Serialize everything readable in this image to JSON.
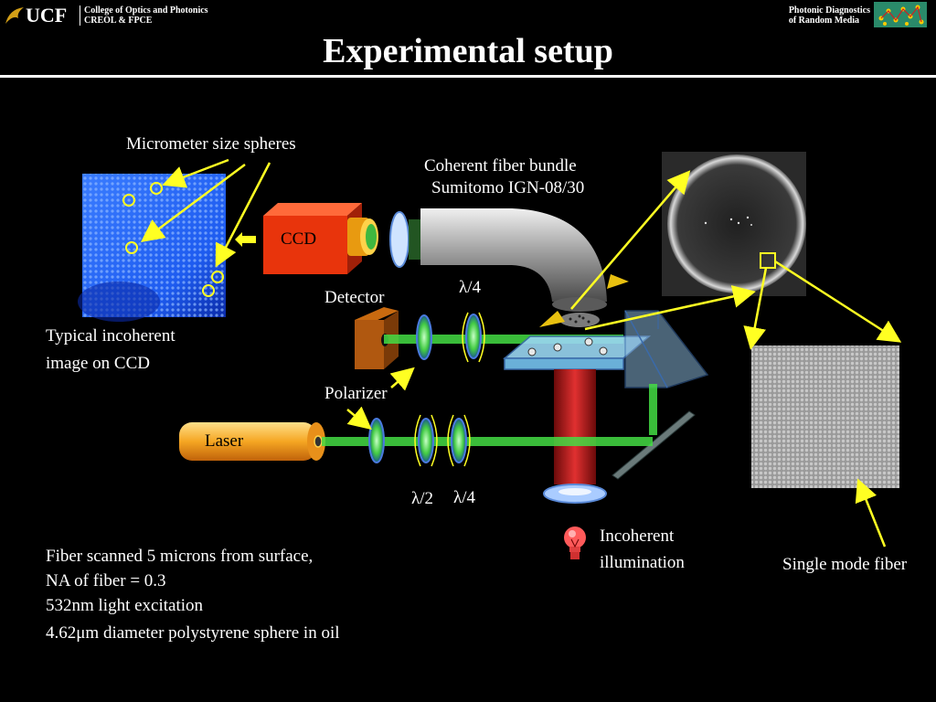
{
  "header": {
    "logo_text": "UCF",
    "college_line1": "College of Optics and Photonics",
    "college_line2": "CREOL & FPCE",
    "group_line1": "Photonic  Diagnostics",
    "group_line2": "of Random Media"
  },
  "title": "Experimental setup",
  "labels": {
    "spheres": "Micrometer size spheres",
    "fiber_bundle_line1": "Coherent fiber bundle",
    "fiber_bundle_line2": "Sumitomo IGN-08/30",
    "ccd": "CCD",
    "detector": "Detector",
    "lambda4_top": "λ/4",
    "polarizer": "Polarizer",
    "laser": "Laser",
    "lambda2": "λ/2",
    "lambda4_bottom": "λ/4",
    "incoherent_image_line1": "Typical incoherent",
    "incoherent_image_line2": "image on CCD",
    "incoherent_illum_line1": "Incoherent",
    "incoherent_illum_line2": "illumination",
    "single_mode_fiber": "Single mode fiber"
  },
  "notes": [
    "Fiber scanned 5 microns from surface,",
    "NA of fiber = 0.3",
    "532nm light excitation",
    "4.62μm diameter polystyrene sphere in oil"
  ],
  "colors": {
    "arrow": "#ffff22",
    "beam_green": "#44dd44",
    "beam_red": "#cc2222",
    "ccd_red": "#e8340c",
    "laser_orange": "#f5a623",
    "spheres_blue": "#1e5cf0"
  }
}
